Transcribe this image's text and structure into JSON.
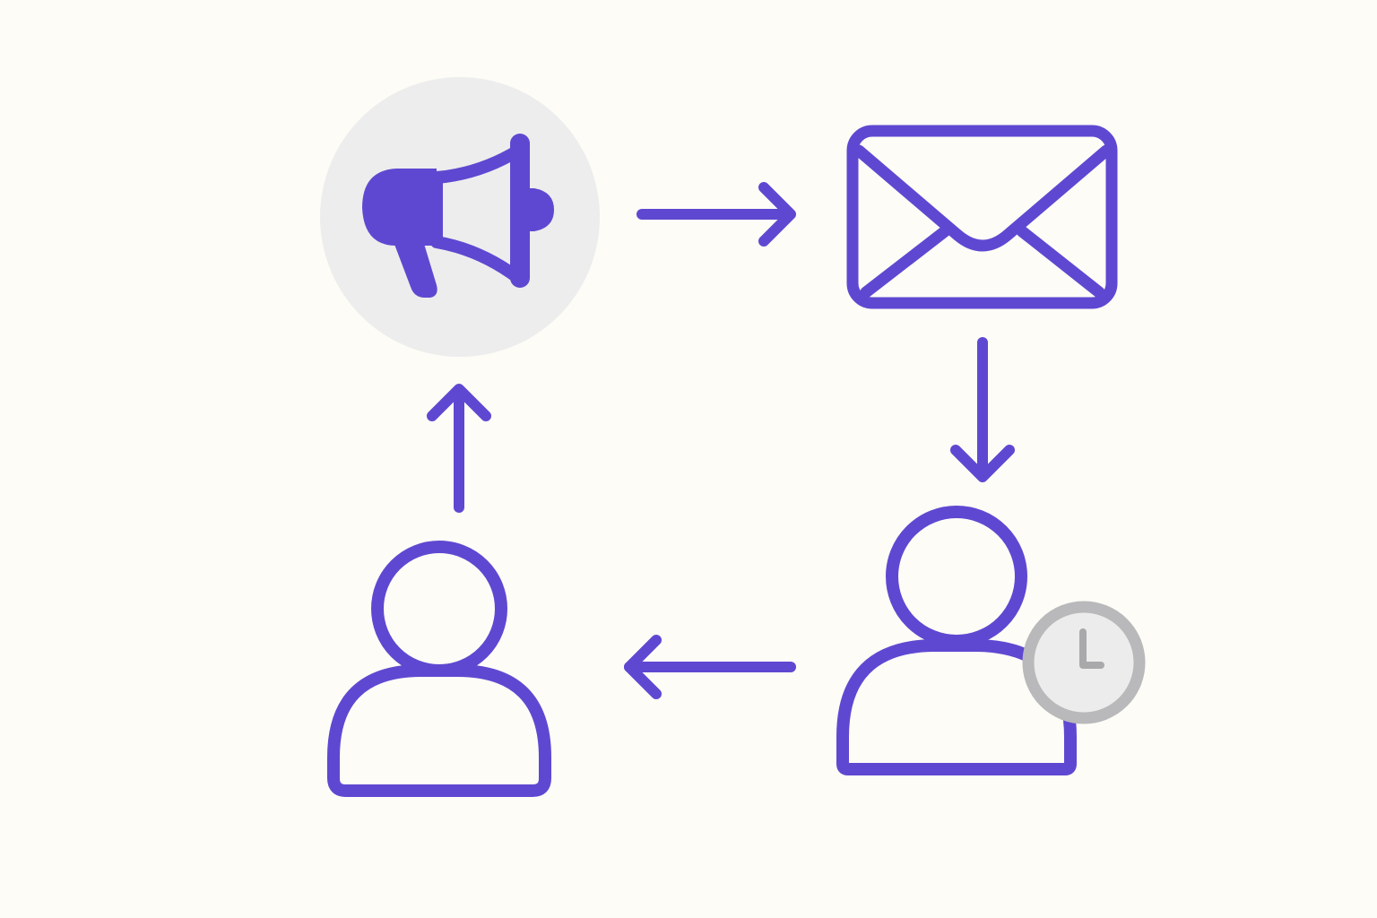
{
  "diagram": {
    "type": "cycle",
    "nodes": [
      {
        "id": "megaphone",
        "icon": "megaphone-icon",
        "highlighted": true
      },
      {
        "id": "email",
        "icon": "envelope-icon",
        "highlighted": false
      },
      {
        "id": "waiting-user",
        "icon": "user-clock-icon",
        "highlighted": false
      },
      {
        "id": "user",
        "icon": "user-icon",
        "highlighted": false
      }
    ],
    "edges": [
      {
        "from": "megaphone",
        "to": "email",
        "direction": "right"
      },
      {
        "from": "email",
        "to": "waiting-user",
        "direction": "down"
      },
      {
        "from": "waiting-user",
        "to": "user",
        "direction": "left"
      },
      {
        "from": "user",
        "to": "megaphone",
        "direction": "up"
      }
    ]
  },
  "colors": {
    "background": "#fdfcf7",
    "accent": "#5f48d1",
    "highlight_fill": "#ededed",
    "clock_stroke": "#b9b9bb",
    "clock_fill": "#ececec",
    "clock_hands": "#a9a9ab"
  }
}
